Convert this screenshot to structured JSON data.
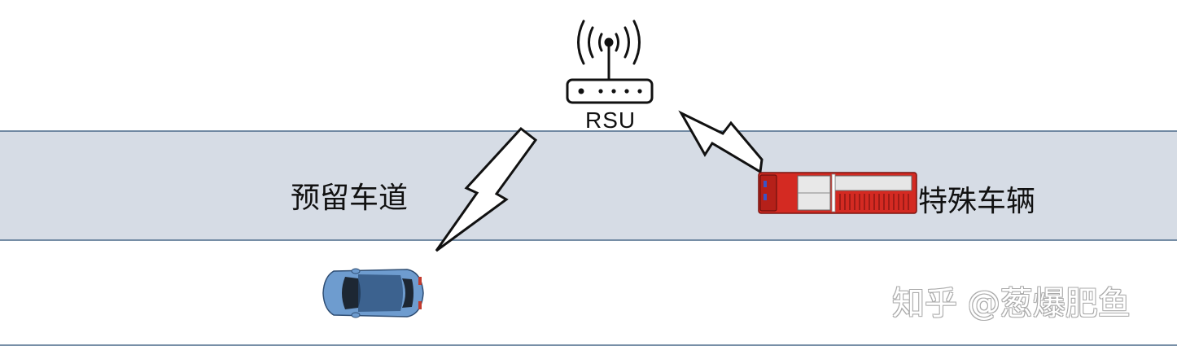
{
  "rsu": {
    "label": "RSU",
    "icon": "router-antenna-icon"
  },
  "lanes": {
    "reserved_lane_label": "预留车道",
    "special_vehicle_label": "特殊车辆"
  },
  "watermark": "知乎 @葱爆肥鱼",
  "colors": {
    "reserved_lane_fill": "#d6dce5",
    "lane_line": "#4a6a8a",
    "car_body": "#6e9ccf",
    "truck_body": "#d42a22",
    "signal_stroke": "#111111"
  }
}
